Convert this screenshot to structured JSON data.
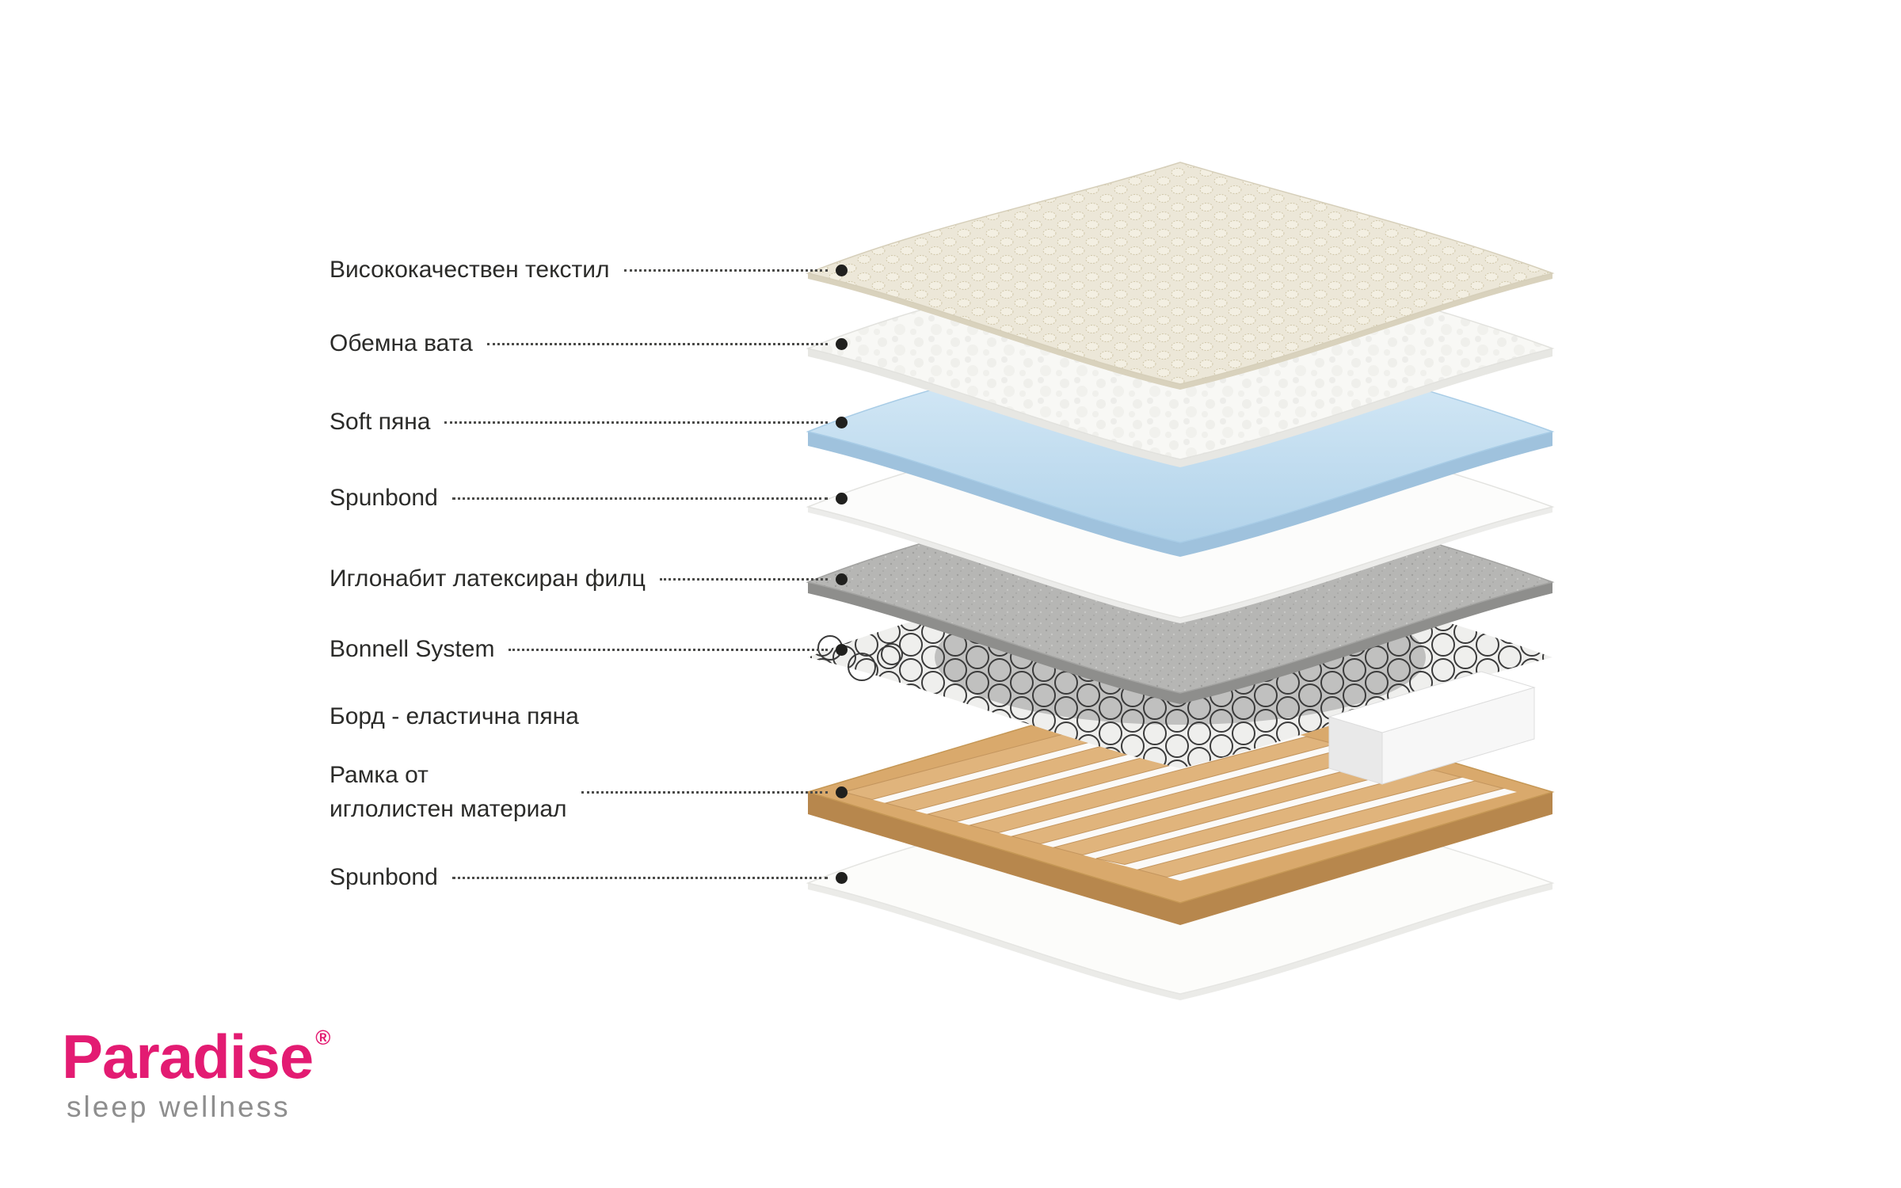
{
  "diagram": {
    "labels": [
      {
        "text": "Висококачествен текстил",
        "leader": true
      },
      {
        "text": "Обемна вата",
        "leader": true
      },
      {
        "text": "Soft пяна",
        "leader": true
      },
      {
        "text": "Spunbond",
        "leader": true
      },
      {
        "text": "Иглонабит латексиран филц",
        "leader": true
      },
      {
        "text": "Bonnell System",
        "leader": true
      },
      {
        "text": "Борд - еластична пяна",
        "leader": false
      },
      {
        "text": "Рамка от\nиглолистен материал",
        "leader": true
      },
      {
        "text": "Spunbond",
        "leader": true
      }
    ],
    "layers": [
      {
        "name": "quilted-textile",
        "color": "#ede8da"
      },
      {
        "name": "wadding",
        "color": "#f8f8f5"
      },
      {
        "name": "soft-foam",
        "color": "#bcd9ee"
      },
      {
        "name": "spunbond-top",
        "color": "#fcfcfb"
      },
      {
        "name": "latex-felt",
        "color": "#b6b6b4"
      },
      {
        "name": "bonnell-springs",
        "color": "#3b3b3b"
      },
      {
        "name": "side-board",
        "color": "#f7f7f7"
      },
      {
        "name": "wooden-frame",
        "color": "#d9a96c"
      },
      {
        "name": "spunbond-bottom",
        "color": "#fcfcfa"
      }
    ]
  },
  "logo": {
    "brand": "Paradise",
    "registered": "®",
    "tagline": "sleep wellness",
    "brand_color": "#e31b72",
    "tagline_color": "#8e8e8e"
  }
}
